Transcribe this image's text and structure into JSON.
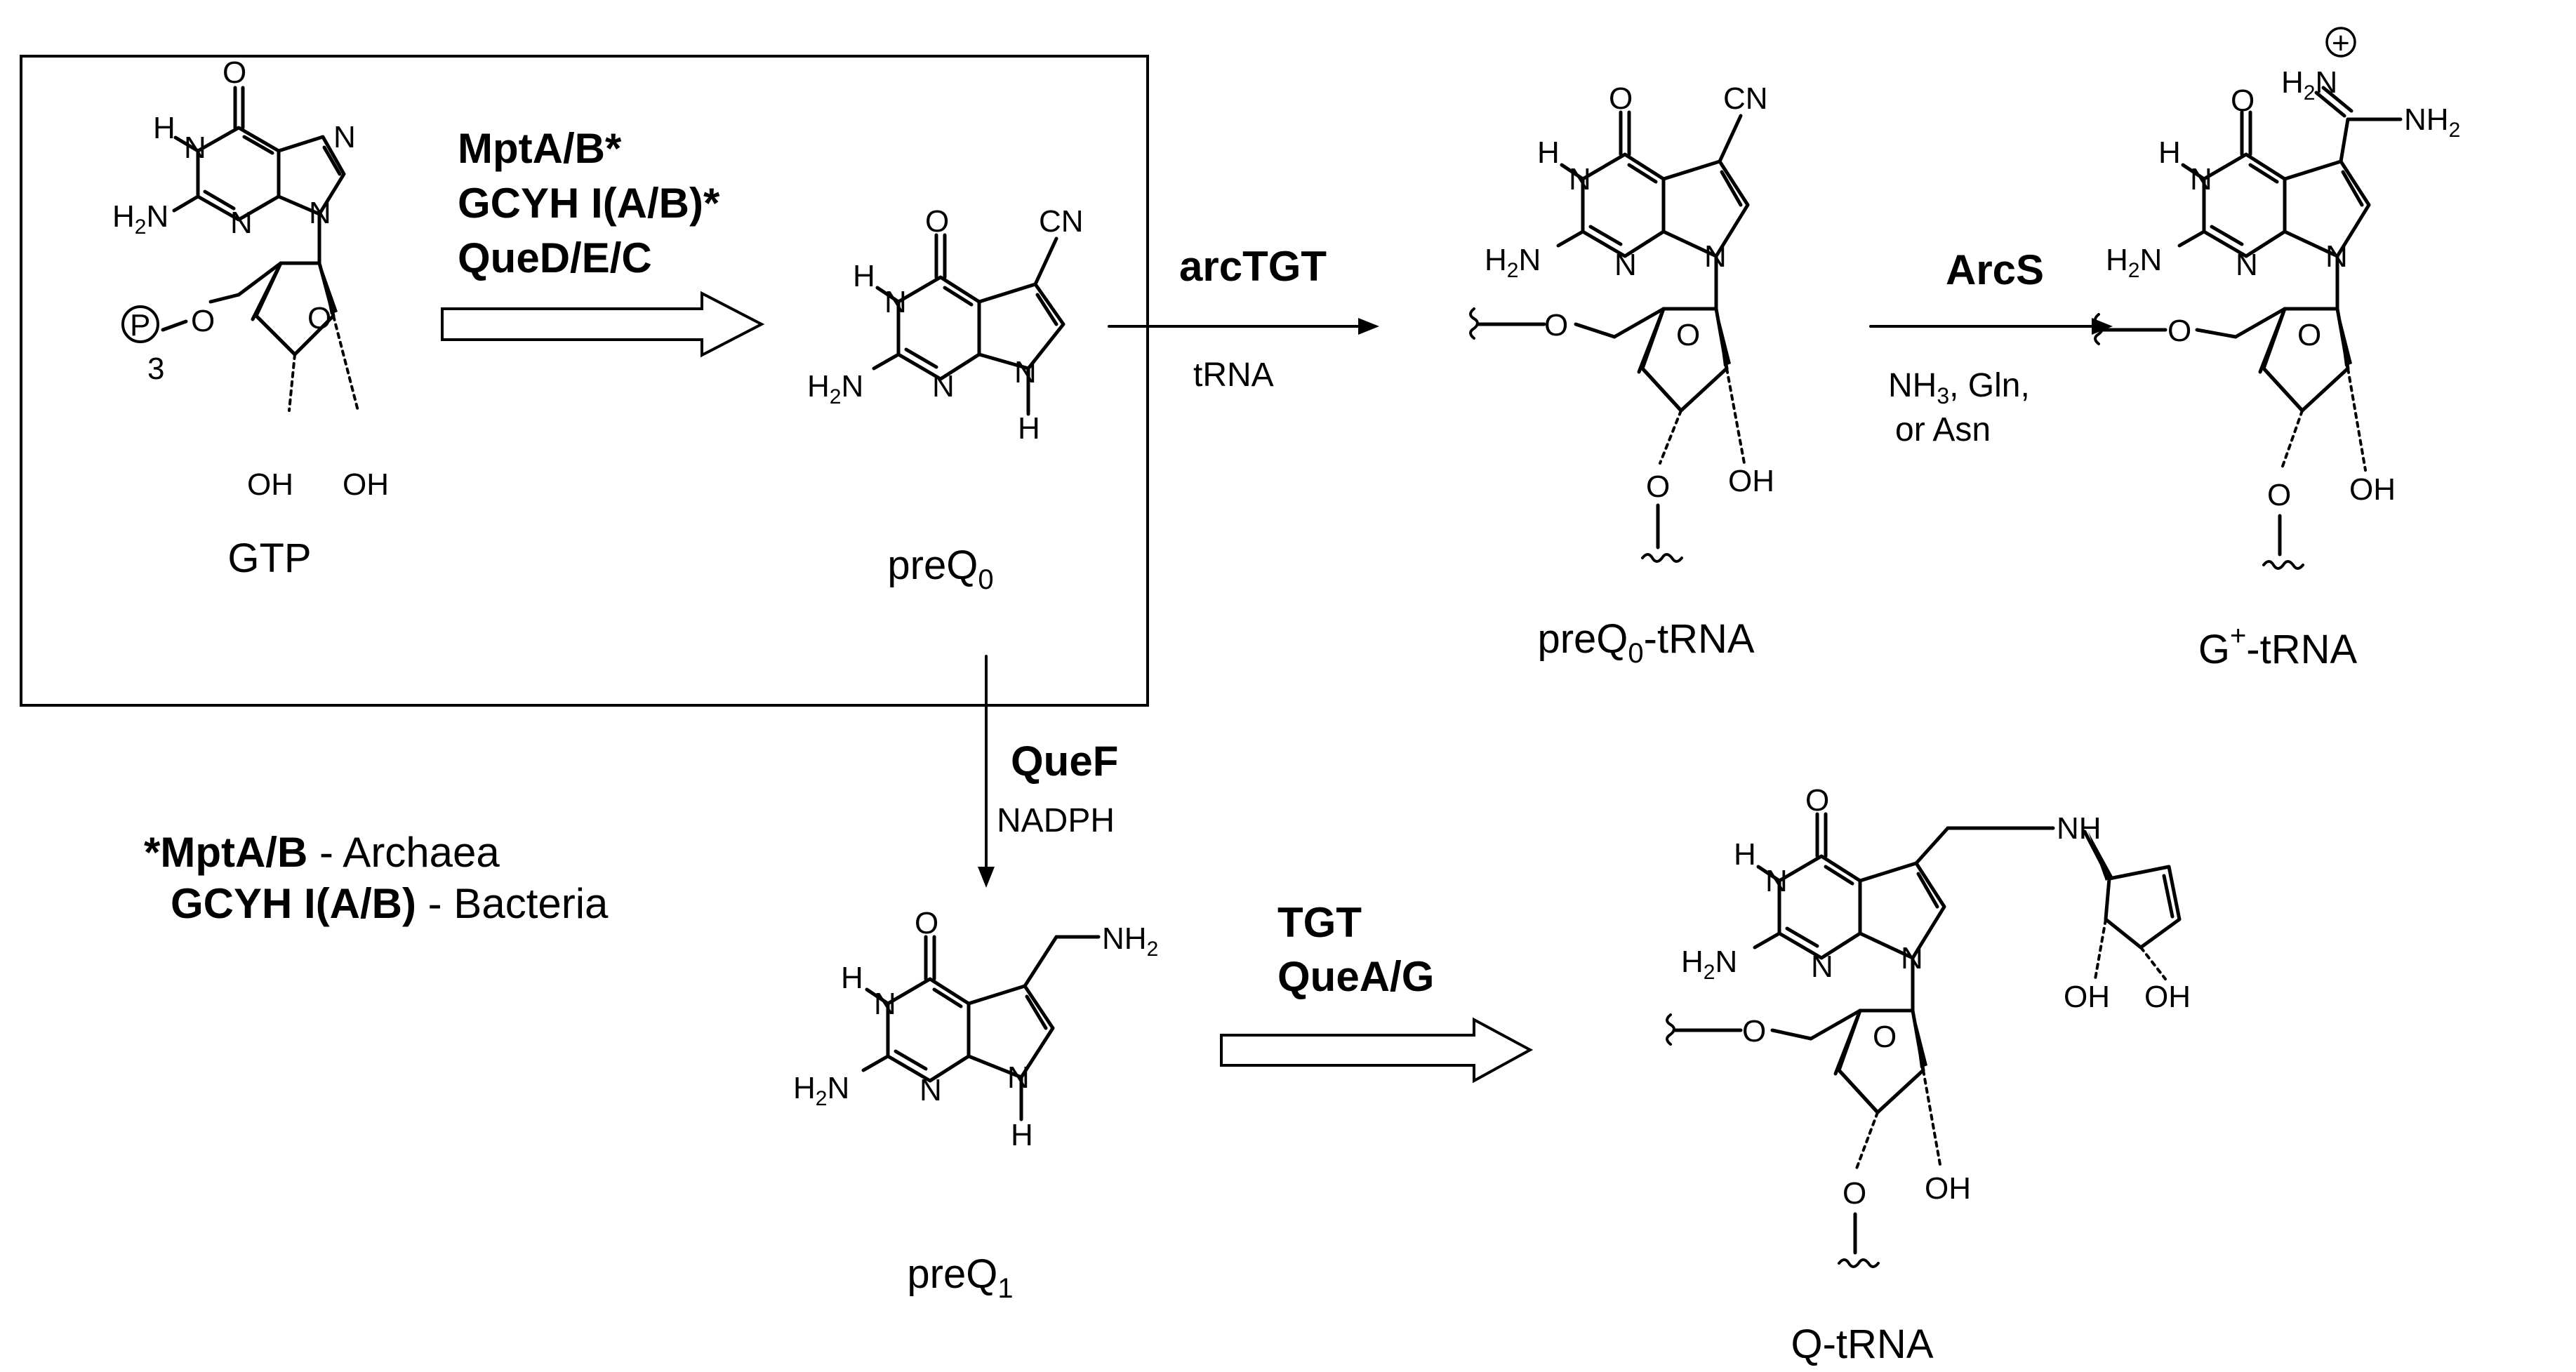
{
  "molecules": {
    "gtp": "GTP",
    "preq0": [
      "preQ",
      "0",
      ""
    ],
    "preq0_trna": [
      "preQ",
      "0",
      "-tRNA"
    ],
    "gplus_trna": [
      "G",
      "+",
      "-tRNA"
    ],
    "preq1": [
      "preQ",
      "1",
      ""
    ],
    "q_trna": "Q-tRNA"
  },
  "steps": {
    "gtp_to_preq0": {
      "enzymes": [
        "MptA/B*",
        "GCYH I(A/B)*",
        "QueD/E/C"
      ]
    },
    "preq0_to_preq0_trna": {
      "enzyme": "arcTGT",
      "cofactor": "tRNA"
    },
    "preq0_trna_to_gplus": {
      "enzyme": "ArcS",
      "cofactors": [
        "NH",
        "3",
        ", Gln,",
        "or Asn"
      ]
    },
    "preq0_to_preq1": {
      "enzyme": "QueF",
      "cofactor": "NADPH"
    },
    "preq1_to_q_trna": {
      "enzymes": [
        "TGT",
        "QueA/G"
      ]
    }
  },
  "footnote": [
    {
      "bold": "*MptA/B",
      "rest": " - Archaea"
    },
    {
      "bold": "GCYH I(A/B)",
      "rest": " - Bacteria"
    }
  ],
  "atoms": {
    "O": "O",
    "H": "H",
    "N": "N",
    "NH": "NH",
    "OH": "OH",
    "H2N": [
      "H",
      "2",
      "N"
    ],
    "NH2": [
      "NH",
      "2"
    ],
    "CN": "CN",
    "P": "P",
    "three": "3",
    "plus": "+"
  }
}
